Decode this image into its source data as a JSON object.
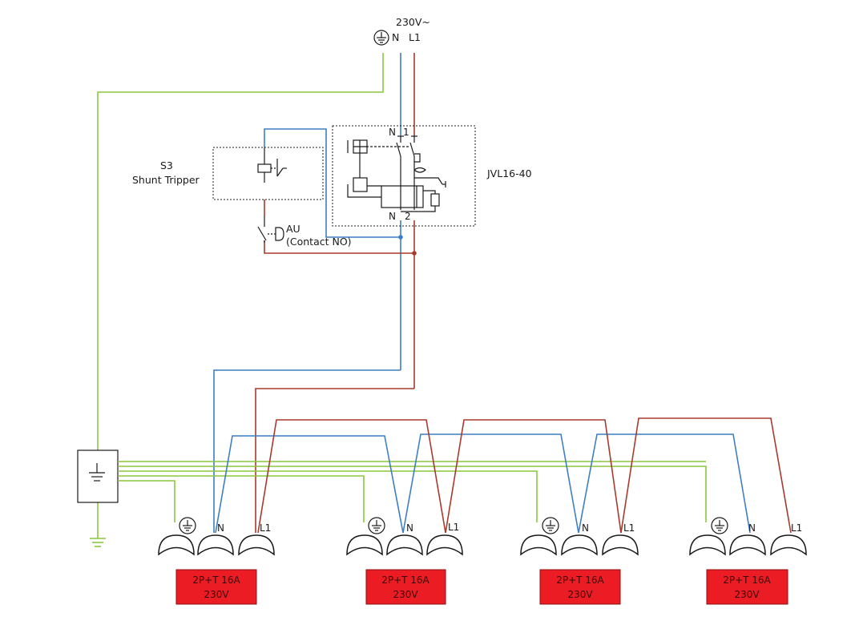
{
  "supply": {
    "voltage": "230V~",
    "n": "N",
    "l1": "L1"
  },
  "rcd": {
    "name": "JVL16-40",
    "n_top": "N",
    "one": "1",
    "n_bottom": "N",
    "two": "2"
  },
  "shunt": {
    "line1": "S3",
    "line2": "Shunt Tripper"
  },
  "au": {
    "line1": "AU",
    "line2": "(Contact NO)"
  },
  "sockets": [
    {
      "n": "N",
      "l1": "L1",
      "rating": "2P+T 16A",
      "voltage": "230V"
    },
    {
      "n": "N",
      "l1": "L1",
      "rating": "2P+T 16A",
      "voltage": "230V"
    },
    {
      "n": "N",
      "l1": "L1",
      "rating": "2P+T 16A",
      "voltage": "230V"
    },
    {
      "n": "N",
      "l1": "L1",
      "rating": "2P+T 16A",
      "voltage": "230V"
    }
  ],
  "colors": {
    "neutral": "#3d7ec4",
    "line": "#a83a2c",
    "earth": "#8cc63f",
    "socket_box": "#ec1c24"
  }
}
